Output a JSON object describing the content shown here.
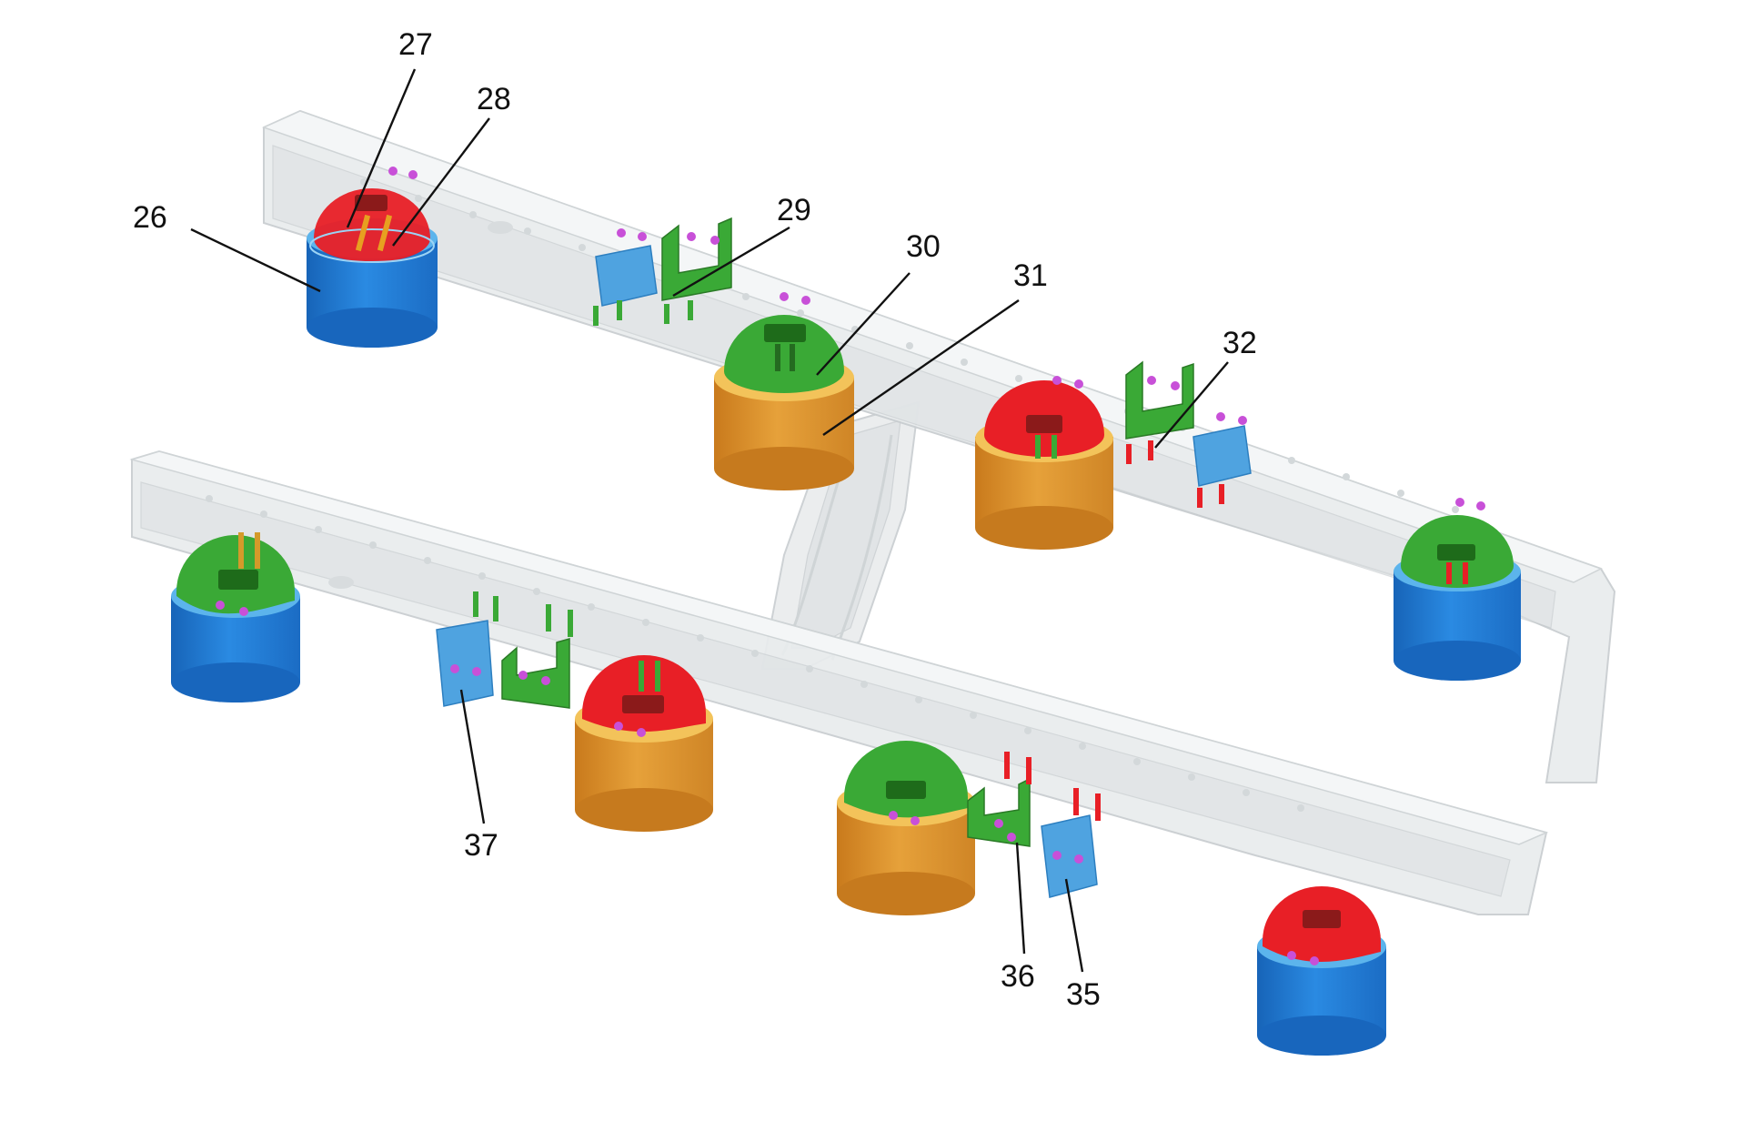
{
  "colors": {
    "blue": "#1f7ad6",
    "blue_light": "#58b2ec",
    "orange": "#df9630",
    "orange_light": "#f1bd57",
    "red": "#e81f26",
    "green": "#3aa936",
    "magenta": "#c850d8",
    "frame": "#e9eced"
  },
  "callouts": [
    {
      "id": "26",
      "label": "26"
    },
    {
      "id": "27",
      "label": "27"
    },
    {
      "id": "28",
      "label": "28"
    },
    {
      "id": "29",
      "label": "29"
    },
    {
      "id": "30",
      "label": "30"
    },
    {
      "id": "31",
      "label": "31"
    },
    {
      "id": "32",
      "label": "32"
    },
    {
      "id": "37",
      "label": "37"
    },
    {
      "id": "36",
      "label": "36"
    },
    {
      "id": "35",
      "label": "35"
    }
  ],
  "air_springs": [
    {
      "name": "air-spring-rear-left-outer",
      "base": "blue",
      "cap": "red"
    },
    {
      "name": "air-spring-rear-left-inner",
      "base": "orange",
      "cap": "green"
    },
    {
      "name": "air-spring-rear-right-inner",
      "base": "orange",
      "cap": "red"
    },
    {
      "name": "air-spring-front-right",
      "base": "blue",
      "cap": "green"
    },
    {
      "name": "air-spring-rear-front-left",
      "base": "blue",
      "cap": "green"
    },
    {
      "name": "air-spring-mid-left",
      "base": "orange",
      "cap": "red"
    },
    {
      "name": "air-spring-mid-right",
      "base": "orange",
      "cap": "green"
    },
    {
      "name": "air-spring-front-left",
      "base": "blue",
      "cap": "red"
    }
  ]
}
